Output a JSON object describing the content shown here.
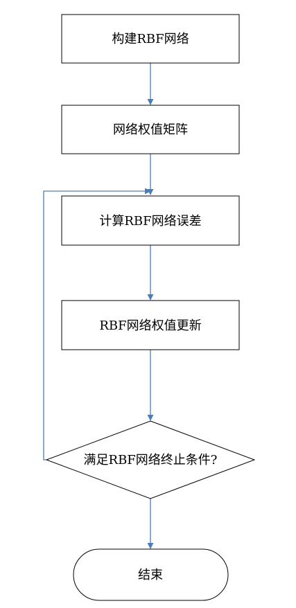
{
  "flowchart": {
    "steps": [
      {
        "label": "构建RBF网络"
      },
      {
        "label": "网络权值矩阵"
      },
      {
        "label": "计算RBF网络误差"
      },
      {
        "label": "RBF网络权值更新"
      }
    ],
    "decision": {
      "label": "满足RBF网络终止条件?"
    },
    "terminal": {
      "label": "结束"
    }
  },
  "colors": {
    "arrow": "#4a7ebb",
    "border": "#000000",
    "background": "#ffffff"
  }
}
